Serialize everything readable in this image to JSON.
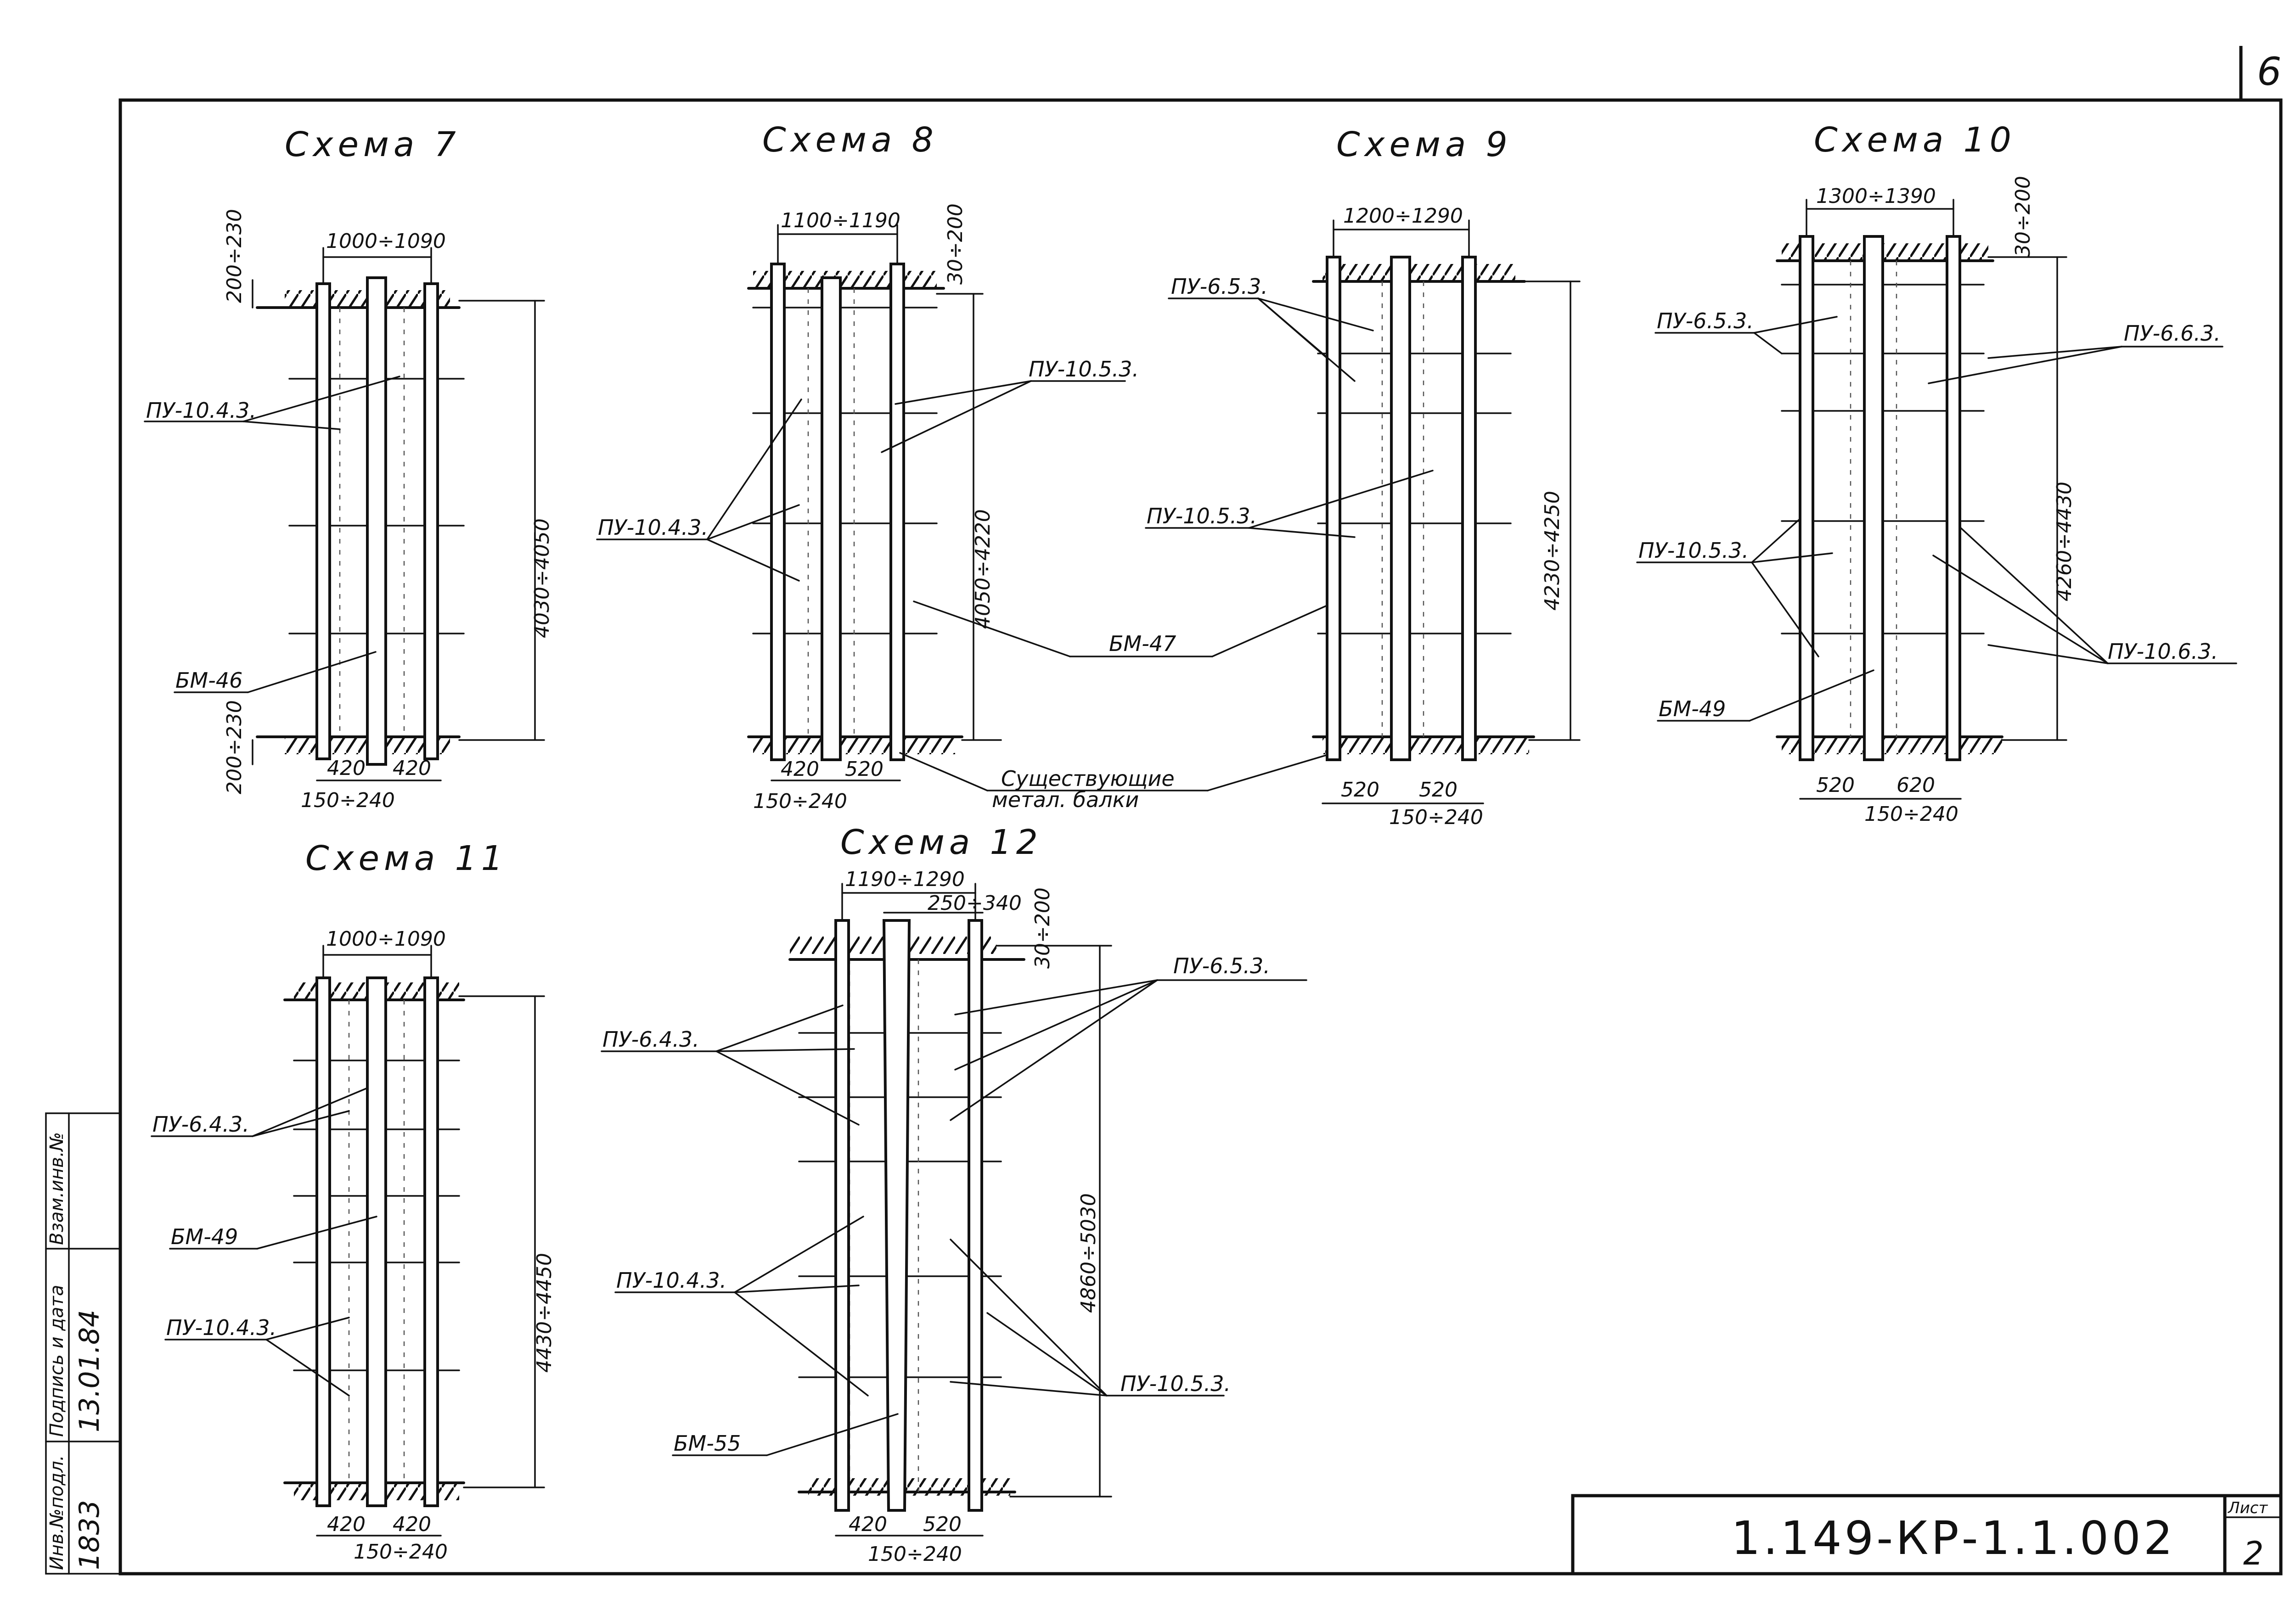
{
  "page_number": "6",
  "drawing_code": "1.149-КР-1.1.002",
  "sheet": {
    "label": "Лист",
    "number": "2"
  },
  "side_stamp": {
    "field_labels": [
      "Инв.№подл.",
      "Подпись и дата",
      "Взам.инв.№"
    ],
    "inventory_number": "1833",
    "date": "13.01.84"
  },
  "schemes": {
    "s7": {
      "title": "Схема 7",
      "dims": {
        "width": "1000÷1090",
        "top": "200÷230",
        "bottom": "200÷230",
        "height": "4030÷4050",
        "left_span": "420",
        "right_span": "420",
        "support": "150÷240"
      },
      "labels": {
        "slab": "ПУ-10.4.3.",
        "beam": "БМ-46"
      }
    },
    "s8": {
      "title": "Схема 8",
      "dims": {
        "width": "1100÷1190",
        "top": "30÷200",
        "height": "4050÷4220",
        "left_span": "420",
        "right_span": "520",
        "support": "150÷240"
      },
      "labels": {
        "slab_a": "ПУ-10.5.3.",
        "slab_b": "ПУ-10.4.3.",
        "beam": "БМ-47",
        "existing_line1": "Существующие",
        "existing_line2": "метал. балки"
      }
    },
    "s9": {
      "title": "Схема 9",
      "dims": {
        "width": "1200÷1290",
        "height": "4230÷4250",
        "left_span": "520",
        "right_span": "520",
        "support": "150÷240"
      },
      "labels": {
        "slab_a": "ПУ-6.5.3.",
        "slab_b": "ПУ-10.5.3."
      }
    },
    "s10": {
      "title": "Схема 10",
      "dims": {
        "width": "1300÷1390",
        "top": "30÷200",
        "height": "4260÷4430",
        "left_span": "520",
        "right_span": "620",
        "support": "150÷240"
      },
      "labels": {
        "slab_a": "ПУ-6.5.3.",
        "slab_b": "ПУ-6.6.3.",
        "slab_c": "ПУ-10.5.3.",
        "slab_d": "ПУ-10.6.3.",
        "beam": "БМ-49"
      }
    },
    "s11": {
      "title": "Схема 11",
      "dims": {
        "width": "1000÷1090",
        "height": "4430÷4450",
        "left_span": "420",
        "right_span": "420",
        "support": "150÷240"
      },
      "labels": {
        "slab_a": "ПУ-6.4.3.",
        "beam": "БМ-49",
        "slab_b": "ПУ-10.4.3."
      }
    },
    "s12": {
      "title": "Схема 12",
      "dims": {
        "width": "1190÷1290",
        "gap": "250÷340",
        "top": "30÷200",
        "height": "4860÷5030",
        "left_span": "420",
        "right_span": "520",
        "support": "150÷240"
      },
      "labels": {
        "slab_a": "ПУ-6.4.3.",
        "slab_b": "ПУ-6.5.3.",
        "slab_c": "ПУ-10.4.3.",
        "slab_d": "ПУ-10.5.3.",
        "beam": "БМ-55"
      }
    }
  }
}
